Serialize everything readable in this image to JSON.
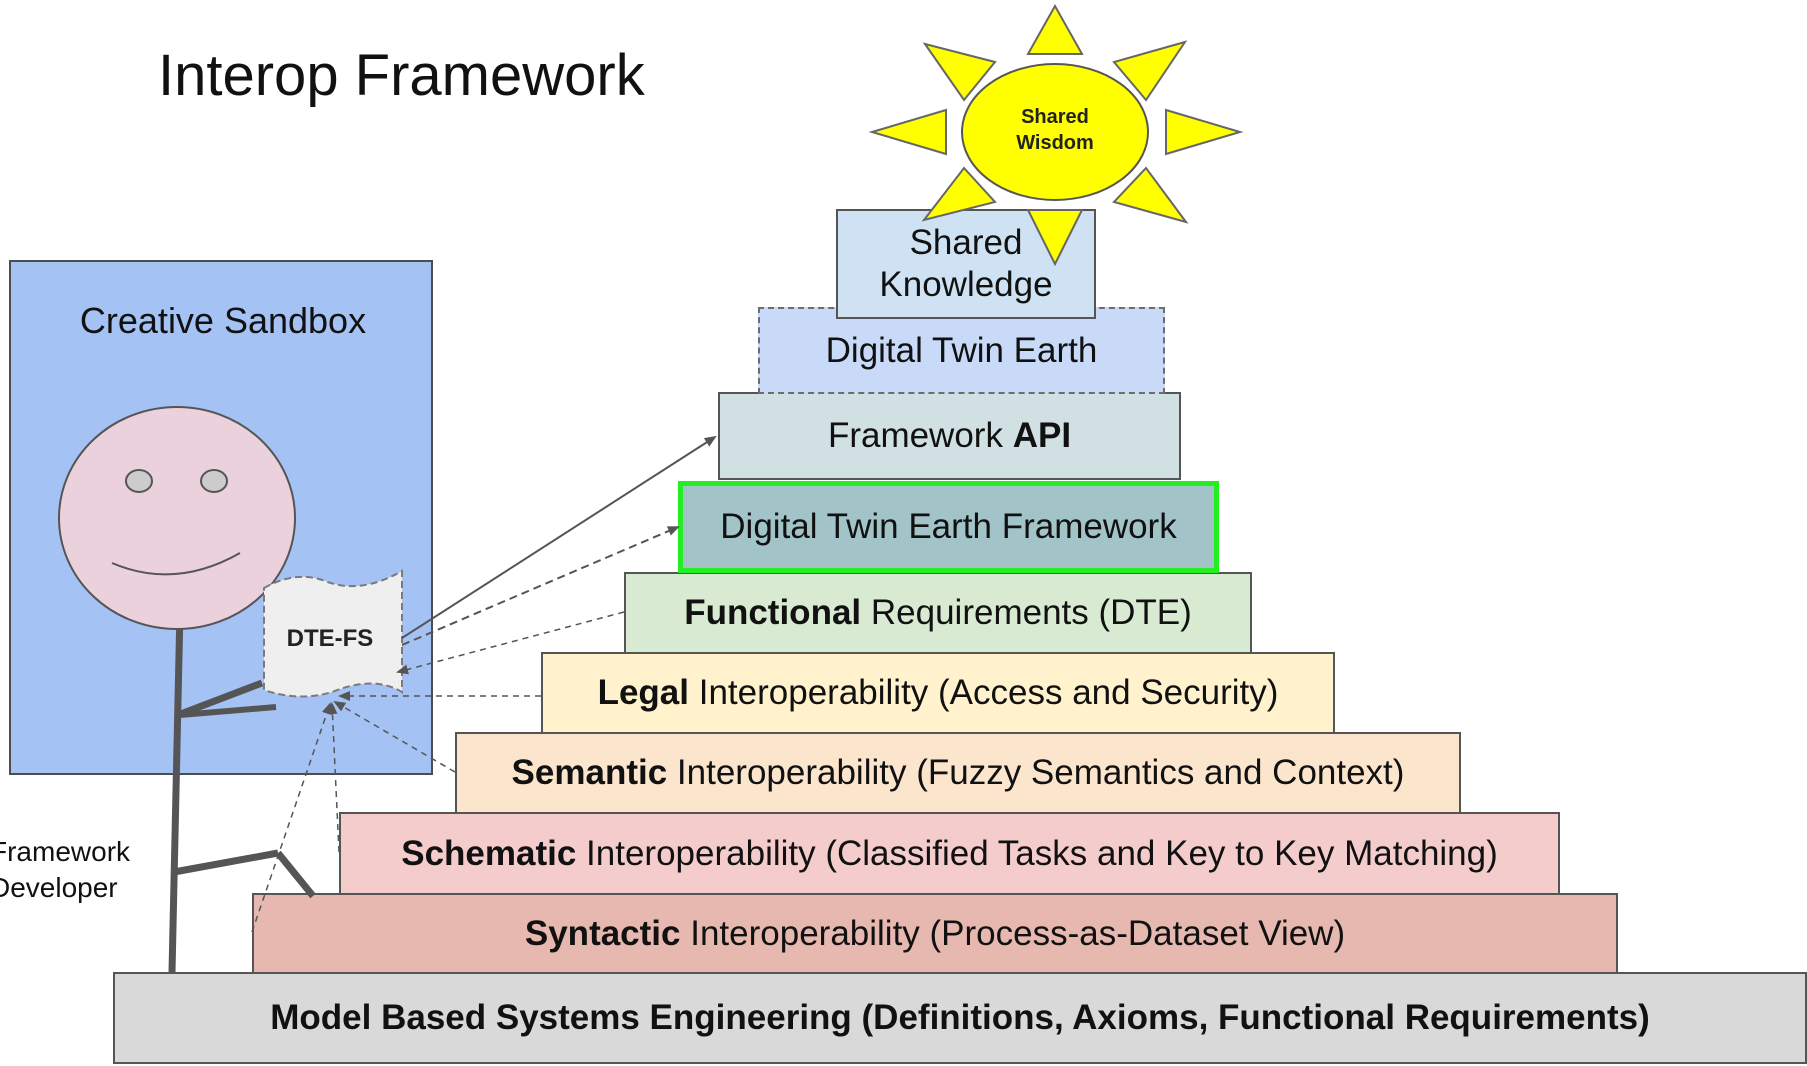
{
  "title": "Interop Framework",
  "sandbox": {
    "label": "Creative Sandbox"
  },
  "developer": {
    "line1": "Framework",
    "line2": "Developer"
  },
  "document": {
    "label": "DTE-FS"
  },
  "sun": {
    "line1": "Shared",
    "line2": "Wisdom"
  },
  "tiers": {
    "shared_knowledge": {
      "line1": "Shared",
      "line2": "Knowledge"
    },
    "digital_twin_earth": {
      "label": "Digital Twin Earth"
    },
    "framework_api": {
      "normal": "Framework",
      "bold": "API"
    },
    "dte_framework": {
      "label": "Digital Twin Earth Framework"
    },
    "functional": {
      "bold": "Functional",
      "normal": "Requirements (DTE)"
    },
    "legal": {
      "bold": "Legal",
      "normal": "Interoperability (Access and Security)"
    },
    "semantic": {
      "bold": "Semantic",
      "normal": "Interoperability (Fuzzy Semantics and Context)"
    },
    "schematic": {
      "bold": "Schematic",
      "normal": "Interoperability (Classified Tasks and Key to Key Matching)"
    },
    "syntactic": {
      "bold": "Syntactic",
      "normal": "Interoperability (Process-as-Dataset View)"
    },
    "mbse": {
      "label": "Model Based Systems Engineering (Definitions, Axioms, Functional Requirements)"
    }
  },
  "colors": {
    "sandbox": "#a4c2f4",
    "face": "#ead1dc",
    "sun": "#ffff00",
    "shared_knowledge": "#cfe2f3",
    "digital_twin_earth": "#c9daf8",
    "framework_api": "#d0e0e3",
    "dte_framework": "#a2c4c9",
    "dte_framework_border": "#22ee22",
    "functional": "#d9ead3",
    "legal": "#fff2cc",
    "semantic": "#fce5cd",
    "schematic": "#f4cccc",
    "syntactic": "#e6b8af",
    "mbse": "#d9d9d9"
  }
}
